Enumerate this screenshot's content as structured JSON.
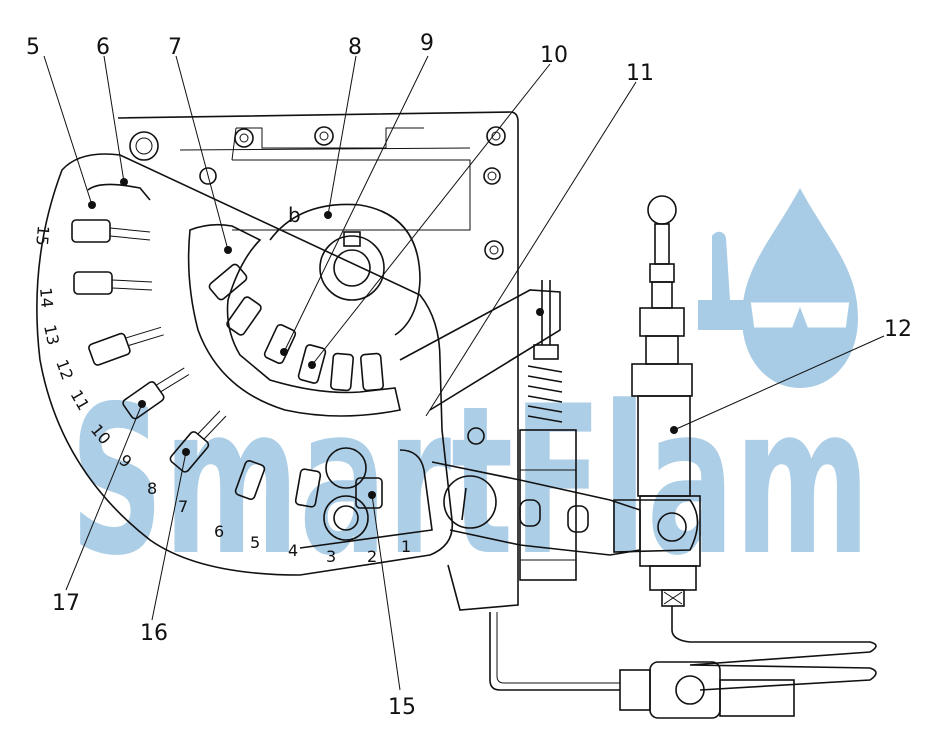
{
  "watermark": {
    "text": "SmartFlam",
    "color": "#a9cce6",
    "icon": "flame-with-glasses-icon"
  },
  "callouts": [
    {
      "id": "c5",
      "label": "5"
    },
    {
      "id": "c6",
      "label": "6"
    },
    {
      "id": "c7",
      "label": "7"
    },
    {
      "id": "c8",
      "label": "8"
    },
    {
      "id": "c9",
      "label": "9"
    },
    {
      "id": "c10",
      "label": "10"
    },
    {
      "id": "c11",
      "label": "11"
    },
    {
      "id": "c12",
      "label": "12"
    },
    {
      "id": "c15",
      "label": "15"
    },
    {
      "id": "c16",
      "label": "16"
    },
    {
      "id": "c17",
      "label": "17"
    }
  ],
  "scale_labels": [
    "1",
    "2",
    "3",
    "4",
    "5",
    "6",
    "7",
    "8",
    "9",
    "10",
    "11",
    "12",
    "13",
    "14",
    "15"
  ],
  "cam_mark": "b"
}
